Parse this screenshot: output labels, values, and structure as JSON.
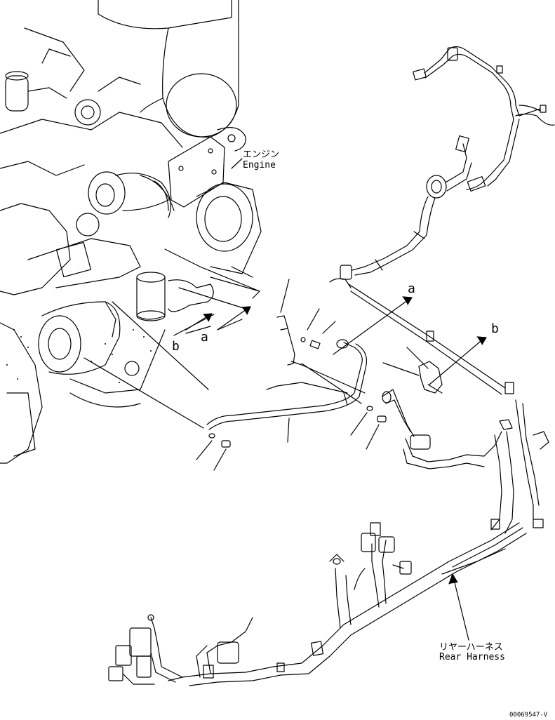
{
  "labels": {
    "engine_jp": "エンジン",
    "engine_en": "Engine",
    "rear_harness_jp": "リヤーハーネス",
    "rear_harness_en": "Rear Harness",
    "callout_a_engine": "a",
    "callout_b_engine": "b",
    "callout_a_harness": "a",
    "callout_b_harness": "b",
    "drawing_code": "00069547-V"
  },
  "colors": {
    "line": "#000000",
    "background": "#ffffff"
  }
}
